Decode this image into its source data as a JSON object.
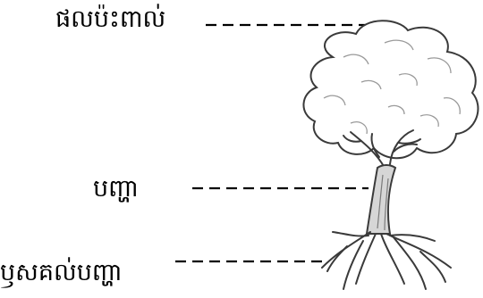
{
  "labels": {
    "canopy": "ផលប៉ះពាល់",
    "trunk": "បញ្ហា",
    "roots": "ឫសគល់បញ្ហា"
  },
  "colors": {
    "ink": "#000000",
    "outline": "#3a3a3a",
    "shade": "#9a9a9a",
    "background": "#ffffff"
  }
}
